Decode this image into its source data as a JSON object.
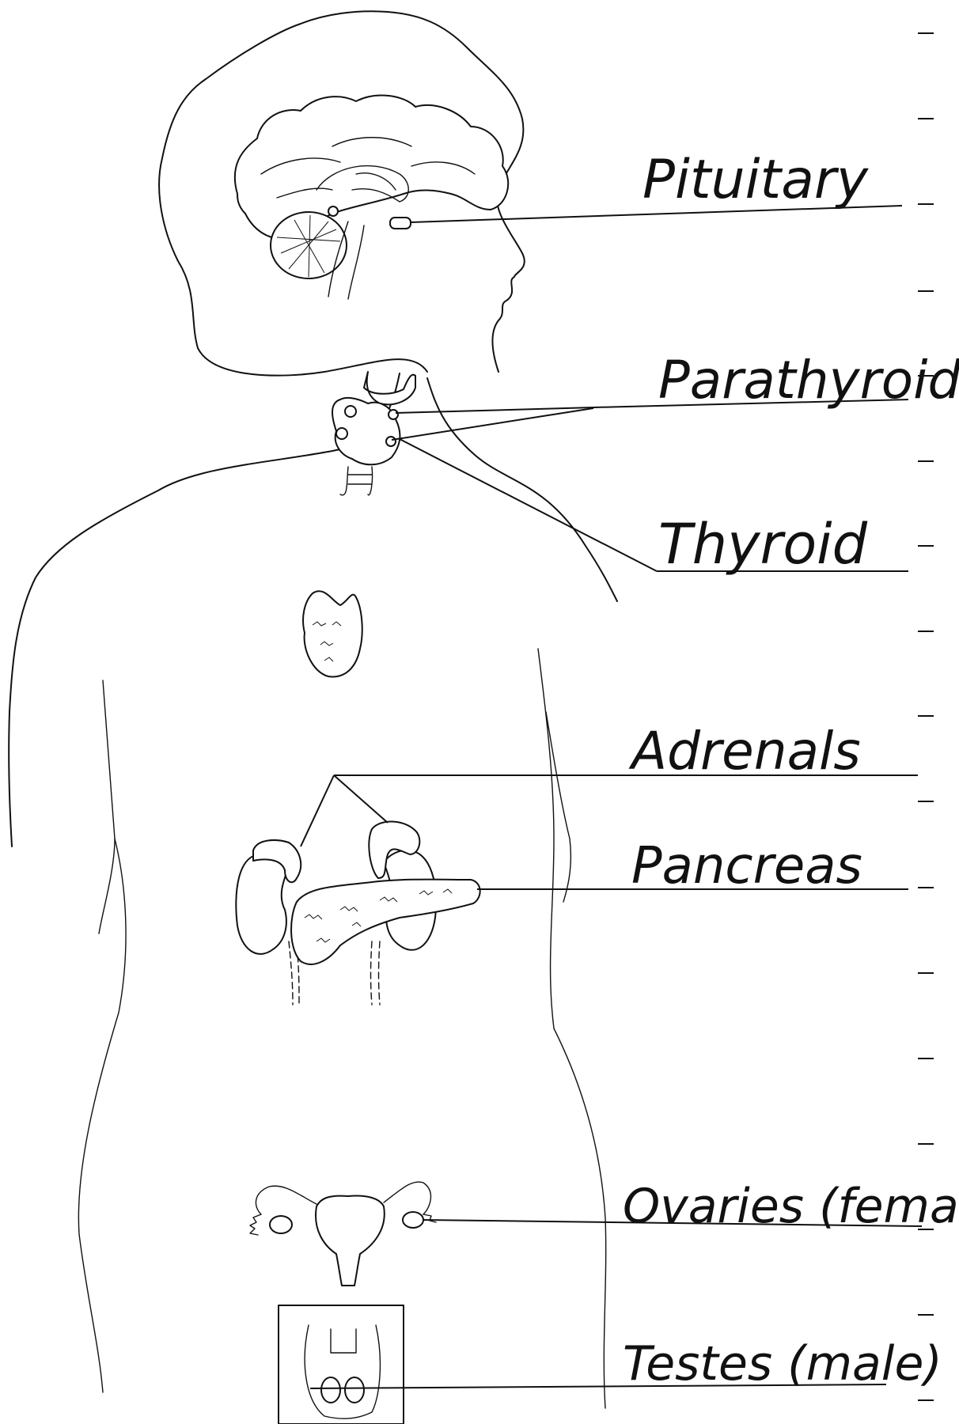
{
  "labels": {
    "pituitary": "Pituitary",
    "parathyroid": "Parathyroid",
    "thyroid": "Thyroid",
    "adrenals": "Adrenals",
    "pancreas": "Pancreas",
    "ovaries": "Ovaries (femal",
    "testes": "Testes (male)"
  },
  "colors": {
    "ink": "#111111",
    "paper": "#ffffff"
  }
}
